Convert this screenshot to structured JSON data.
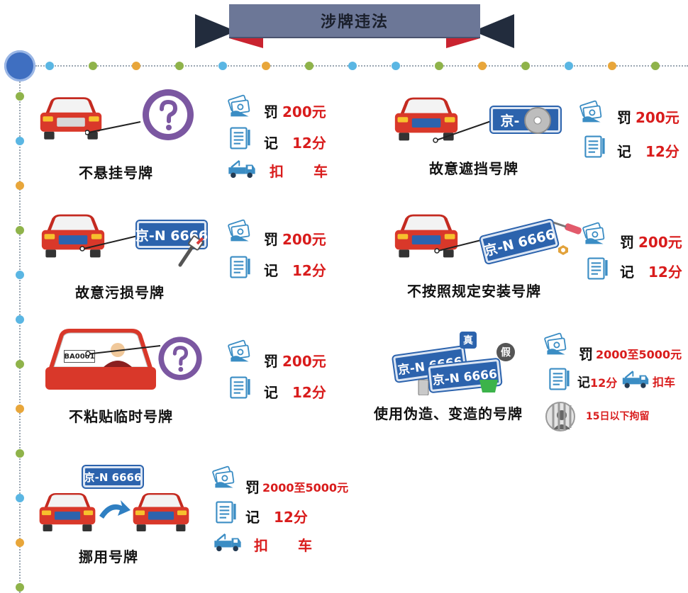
{
  "header": {
    "title": "涉牌违法"
  },
  "colors": {
    "accent_red": "#d91c1c",
    "plate_blue": "#2c63ad",
    "car_red": "#d9382a",
    "badge_purple": "#7b57a1"
  },
  "labels": {
    "fine": "罚",
    "points_prefix": "记",
    "tow": "扣",
    "tow_2": "车",
    "tow_combined": "扣车"
  },
  "plates": {
    "beijing_short": "京-",
    "beijing_full": "京-N 6666",
    "temp_plate": "BA0001"
  },
  "violations": [
    {
      "title": "不悬挂号牌",
      "fine": "200元",
      "points": "12分",
      "tow": true
    },
    {
      "title": "故意遮挡号牌",
      "fine": "200元",
      "points": "12分"
    },
    {
      "title": "故意污损号牌",
      "fine": "200元",
      "points": "12分"
    },
    {
      "title": "不按照规定安装号牌",
      "fine": "200元",
      "points": "12分"
    },
    {
      "title": "不粘贴临时号牌",
      "fine": "200元",
      "points": "12分"
    },
    {
      "title": "使用伪造、变造的号牌",
      "fine": "2000至5000元",
      "points": "12分",
      "tow": true,
      "detention": "15日以下拘留",
      "fake_badge": "假",
      "real_badge": "真"
    },
    {
      "title": "挪用号牌",
      "fine": "2000至5000元",
      "points": "12分",
      "tow": true
    }
  ]
}
